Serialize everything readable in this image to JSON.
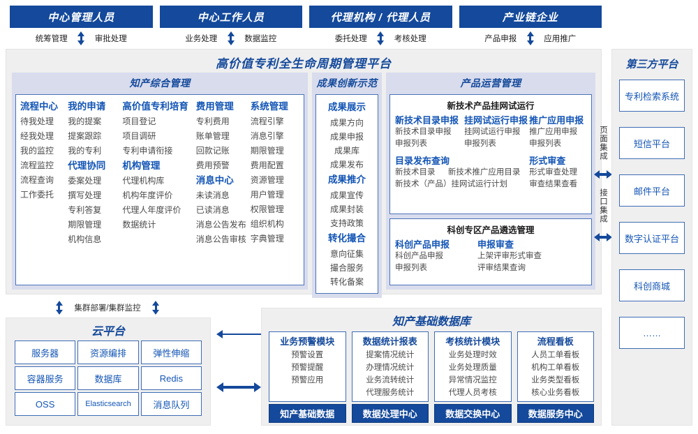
{
  "roles": [
    {
      "title": "中心管理人员",
      "actions": [
        "统筹管理",
        "审批处理"
      ]
    },
    {
      "title": "中心工作人员",
      "actions": [
        "业务处理",
        "数据监控"
      ]
    },
    {
      "title": "代理机构 / 代理人员",
      "actions": [
        "委托处理",
        "考核处理"
      ]
    },
    {
      "title": "产业链企业",
      "actions": [
        "产品申报",
        "应用推广"
      ]
    }
  ],
  "platform": {
    "title": "高价值专利全生命周期管理平台"
  },
  "ip_section": {
    "title": "知产综合管理",
    "columns": [
      {
        "groups": [
          {
            "title": "流程中心",
            "items": [
              "待我处理",
              "经我处理",
              "我的监控",
              "流程监控",
              "流程查询",
              "工作委托"
            ]
          }
        ]
      },
      {
        "groups": [
          {
            "title": "我的申请",
            "items": [
              "我的提案",
              "提案跟踪",
              "我的专利"
            ]
          },
          {
            "title": "代理协同",
            "items": [
              "委案处理",
              "撰写处理",
              "专利答复",
              "期限管理",
              "机构信息"
            ]
          }
        ]
      },
      {
        "groups": [
          {
            "title": "高价值专利培育",
            "items": [
              "项目登记",
              "项目调研",
              "专利申请衔接"
            ]
          },
          {
            "title": "机构管理",
            "items": [
              "代理机构库",
              "机构年度评价",
              "代理人年度评价",
              "数据统计"
            ]
          }
        ]
      },
      {
        "groups": [
          {
            "title": "费用管理",
            "items": [
              "专利费用",
              "账单管理",
              "回款记账",
              "费用预警"
            ]
          },
          {
            "title": "消息中心",
            "items": [
              "未读消息",
              "已读消息",
              "消息公告发布",
              "消息公告审核"
            ]
          }
        ]
      },
      {
        "groups": [
          {
            "title": "系统管理",
            "items": [
              "流程引擎",
              "消息引擎",
              "期限管理",
              "费用配置",
              "资源管理",
              "用户管理",
              "权限管理",
              "组织机构",
              "字典管理"
            ]
          }
        ]
      }
    ]
  },
  "achievement_section": {
    "title": "成果创新示范",
    "groups": [
      {
        "title": "成果展示",
        "items": [
          "成果方向",
          "成果申报",
          "成果库",
          "成果发布"
        ]
      },
      {
        "title": "成果推介",
        "items": [
          "成果宣传",
          "成果封装",
          "支持政策"
        ]
      },
      {
        "title": "转化撮合",
        "items": [
          "意向征集",
          "撮合服务",
          "转化备案"
        ]
      }
    ]
  },
  "product_section": {
    "title": "产品运营管理",
    "cards": [
      {
        "title": "新技术产品挂网试运行",
        "row1": [
          {
            "title": "新技术目录申报",
            "items": [
              "新技术目录申报",
              "申报列表"
            ]
          },
          {
            "title": "挂网试运行申报",
            "items": [
              "挂网试运行申报",
              "申报列表"
            ]
          },
          {
            "title": "推广应用申报",
            "items": [
              "推广应用申报",
              "申报列表"
            ]
          }
        ],
        "row2": [
          {
            "title": "目录发布查询",
            "items": [
              "新技术目录",
              "新技术推广应用目录",
              "新技术（产品）挂网试运行计划"
            ]
          },
          {
            "title": "形式审查",
            "items": [
              "形式审查处理",
              "审查结果查看"
            ]
          }
        ]
      },
      {
        "title": "科创专区产品遴选管理",
        "row1": [
          {
            "title": "科创产品申报",
            "items": [
              "科创产品申报",
              "申报列表"
            ]
          },
          {
            "title": "申报审查",
            "items": [
              "上架评审形式审查",
              "评审结果查询"
            ]
          }
        ]
      }
    ]
  },
  "integration": {
    "labels": [
      "页面集成",
      "接口集成"
    ]
  },
  "third_party": {
    "title": "第三方平台",
    "items": [
      "专利检索系统",
      "短信平台",
      "邮件平台",
      "数字认证平台",
      "科创商城",
      "……"
    ]
  },
  "cluster": {
    "label": "集群部署/集群监控"
  },
  "cloud": {
    "title": "云平台",
    "items": [
      "服务器",
      "资源编排",
      "弹性伸缩",
      "容器服务",
      "数据库",
      "Redis",
      "OSS",
      "Elasticsearch",
      "消息队列"
    ]
  },
  "database": {
    "title": "知产基础数据库",
    "columns": [
      {
        "title": "业务预警模块",
        "items": [
          "预警设置",
          "预警提醒",
          "预警应用"
        ],
        "footer": "知产基础数据"
      },
      {
        "title": "数据统计报表",
        "items": [
          "提案情况统计",
          "办理情况统计",
          "业务流转统计",
          "代理服务统计"
        ],
        "footer": "数据处理中心"
      },
      {
        "title": "考核统计模块",
        "items": [
          "业务处理时效",
          "业务处理质量",
          "异常情况监控",
          "代理人员考核"
        ],
        "footer": "数据交换中心"
      },
      {
        "title": "流程看板",
        "items": [
          "人员工单看板",
          "机构工单看板",
          "业务类型看板",
          "核心业务看板"
        ],
        "footer": "数据服务中心"
      }
    ]
  },
  "colors": {
    "brand_blue": "#14499b",
    "link_blue": "#1355b5",
    "panel_bg": "#efefef",
    "section_bg": "#d8dced",
    "border_blue": "#3f6cb4"
  }
}
